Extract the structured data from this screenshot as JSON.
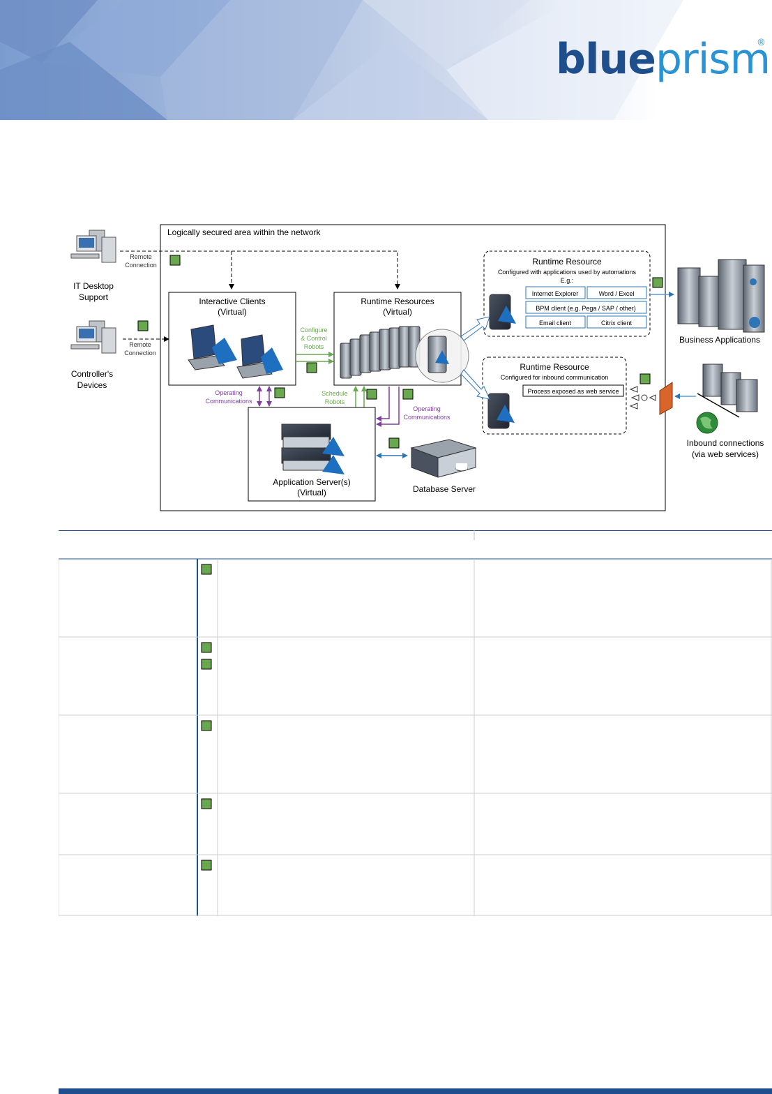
{
  "logo": {
    "part1": "blue",
    "part2": "prism",
    "registered": "®"
  },
  "diagram": {
    "area_title": "Logically secured area within the network",
    "it_support": {
      "line1": "IT Desktop",
      "line2": "Support"
    },
    "controllers": {
      "line1": "Controller's",
      "line2": "Devices"
    },
    "remote_connection": {
      "line1": "Remote",
      "line2": "Connection"
    },
    "interactive_clients": {
      "title": "Interactive Clients",
      "subtitle": "(Virtual)"
    },
    "runtime_resources": {
      "title": "Runtime Resources",
      "subtitle": "(Virtual)"
    },
    "configure_robots": {
      "line1": "Configure",
      "line2": "& Control",
      "line3": "Robots"
    },
    "schedule_robots": {
      "line1": "Schedule",
      "line2": "Robots"
    },
    "operating_comms": {
      "line1": "Operating",
      "line2": "Communications"
    },
    "app_server": {
      "title": "Application Server(s)",
      "subtitle": "(Virtual)"
    },
    "database_server": "Database Server",
    "runtime_resource_apps": {
      "title": "Runtime Resource",
      "subtitle": "Configured with applications used by automations",
      "eg": "E.g.:",
      "apps": [
        "Internet Explorer",
        "Word / Excel",
        "BPM client (e.g. Pega / SAP / other)",
        "Email client",
        "Citrix client"
      ]
    },
    "runtime_resource_inbound": {
      "title": "Runtime Resource",
      "subtitle": "Configured for inbound communication",
      "process": "Process exposed  as web service"
    },
    "business_apps": "Business Applications",
    "inbound": {
      "line1": "Inbound connections",
      "line2": "(via web services)"
    }
  },
  "colors": {
    "accent_green": "#6aa84f",
    "purple": "#7b3fa0",
    "blue_arrow": "#2e75b6",
    "brand_dark": "#1f4e8c",
    "brand_light": "#2a93d5"
  },
  "table_rows": [
    {
      "markers": 1
    },
    {
      "markers": 2
    },
    {
      "markers": 1
    },
    {
      "markers": 1
    },
    {
      "markers": 1
    }
  ]
}
